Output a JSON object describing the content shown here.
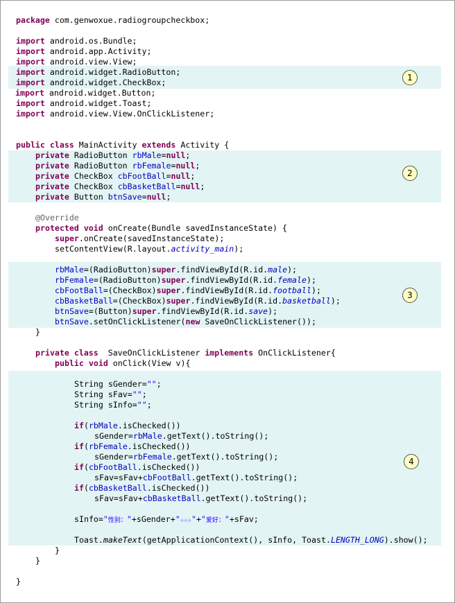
{
  "code": {
    "package_line": {
      "kw": "package",
      "rest": " com.genwoxue.radiogroupcheckbox;"
    },
    "import_kw": "import",
    "imports": [
      " android.os.Bundle;",
      " android.app.Activity;",
      " android.view.View;",
      " android.widget.RadioButton;",
      " android.widget.CheckBox;",
      " android.widget.Button;",
      " android.widget.Toast;",
      " android.view.View.OnClickListener;"
    ],
    "class_decl": {
      "kw1": "public",
      "kw2": "class",
      "name": " MainActivity ",
      "kw3": "extends",
      "rest": " Activity {"
    },
    "fields": [
      {
        "kw": "private",
        "type": " RadioButton ",
        "name": "rbMale",
        "eq": "=",
        "null": "null",
        "end": ";"
      },
      {
        "kw": "private",
        "type": " RadioButton ",
        "name": "rbFemale",
        "eq": "=",
        "null": "null",
        "end": ";"
      },
      {
        "kw": "private",
        "type": " CheckBox ",
        "name": "cbFootBall",
        "eq": "=",
        "null": "null",
        "end": ";"
      },
      {
        "kw": "private",
        "type": " CheckBox ",
        "name": "cbBasketBall",
        "eq": "=",
        "null": "null",
        "end": ";"
      },
      {
        "kw": "private",
        "type": " Button ",
        "name": "btnSave",
        "eq": "=",
        "null": "null",
        "end": ";"
      }
    ],
    "override": "@Override",
    "oncreate_decl": {
      "kw1": "protected",
      "kw2": "void",
      "rest": " onCreate(Bundle savedInstanceState) {"
    },
    "super_call": {
      "kw": "super",
      "rest": ".onCreate(savedInstanceState);"
    },
    "set_content": {
      "pre": "setContentView(R.layout.",
      "field": "activity_main",
      "post": ");"
    },
    "find_views": [
      {
        "name": "rbMale",
        "cast": "=(RadioButton)",
        "kw": "super",
        "mid": ".findViewById(R.id.",
        "id": "male",
        "end": ");"
      },
      {
        "name": "rbFemale",
        "cast": "=(RadioButton)",
        "kw": "super",
        "mid": ".findViewById(R.id.",
        "id": "female",
        "end": ");"
      },
      {
        "name": "cbFootBall",
        "cast": "=(CheckBox)",
        "kw": "super",
        "mid": ".findViewById(R.id.",
        "id": "football",
        "end": ");"
      },
      {
        "name": "cbBasketBall",
        "cast": "=(CheckBox)",
        "kw": "super",
        "mid": ".findViewById(R.id.",
        "id": "basketball",
        "end": ");"
      },
      {
        "name": "btnSave",
        "cast": "=(Button)",
        "kw": "super",
        "mid": ".findViewById(R.id.",
        "id": "save",
        "end": ");"
      }
    ],
    "set_listener": {
      "name": "btnSave",
      "mid": ".setOnClickListener(",
      "kw": "new",
      "rest": " SaveOnClickListener());"
    },
    "close_brace": "}",
    "listener_decl": {
      "kw1": "private",
      "kw2": "class",
      "name": "  SaveOnClickListener ",
      "kw3": "implements",
      "rest": " OnClickListener{"
    },
    "onclick_decl": {
      "kw1": "public",
      "kw2": "void",
      "rest": " onClick(View v){"
    },
    "string_decls": [
      {
        "pre": "String sGender=",
        "str": "\"\"",
        "end": ";"
      },
      {
        "pre": "String sFav=",
        "str": "\"\"",
        "end": ";"
      },
      {
        "pre": "String sInfo=",
        "str": "\"\"",
        "end": ";"
      }
    ],
    "if_kw": "if",
    "checks": [
      {
        "cond_pre": "(",
        "cond_field": "rbMale",
        "cond_post": ".isChecked())",
        "body_pre": "sGender=",
        "body_field": "rbMale",
        "body_post": ".getText().toString();"
      },
      {
        "cond_pre": "(",
        "cond_field": "rbFemale",
        "cond_post": ".isChecked())",
        "body_pre": "sGender=",
        "body_field": "rbFemale",
        "body_post": ".getText().toString();"
      },
      {
        "cond_pre": "(",
        "cond_field": "cbFootBall",
        "cond_post": ".isChecked())",
        "body_pre": "sFav=sFav+",
        "body_field": "cbFootBall",
        "body_post": ".getText().toString();"
      },
      {
        "cond_pre": "(",
        "cond_field": "cbBasketBall",
        "cond_post": ".isChecked())",
        "body_pre": "sFav=sFav+",
        "body_field": "cbBasketBall",
        "body_post": ".getText().toString();"
      }
    ],
    "info_line": {
      "pre": "sInfo=",
      "q1": "\"",
      "s1": "性别：",
      "q2": "\"",
      "mid1": "+sGender+",
      "q3": "\"",
      "s2": "☆☆☆",
      "q4": "\"",
      "mid2": "+",
      "q5": "\"",
      "s3": "爱好：",
      "q6": "\"",
      "end": "+sFav;"
    },
    "toast_line": {
      "pre": "Toast.",
      "method": "makeText",
      "mid": "(getApplicationContext(), sInfo, Toast.",
      "const": "LENGTH_LONG",
      "end": ").show();"
    }
  },
  "badges": [
    "1",
    "2",
    "3",
    "4"
  ],
  "colors": {
    "keyword": "#7f0055",
    "field": "#0000c0",
    "string": "#2a00ff",
    "annotation": "#646464",
    "highlight_band": "#e3f4f4",
    "badge_fill": "#ffffc4"
  }
}
